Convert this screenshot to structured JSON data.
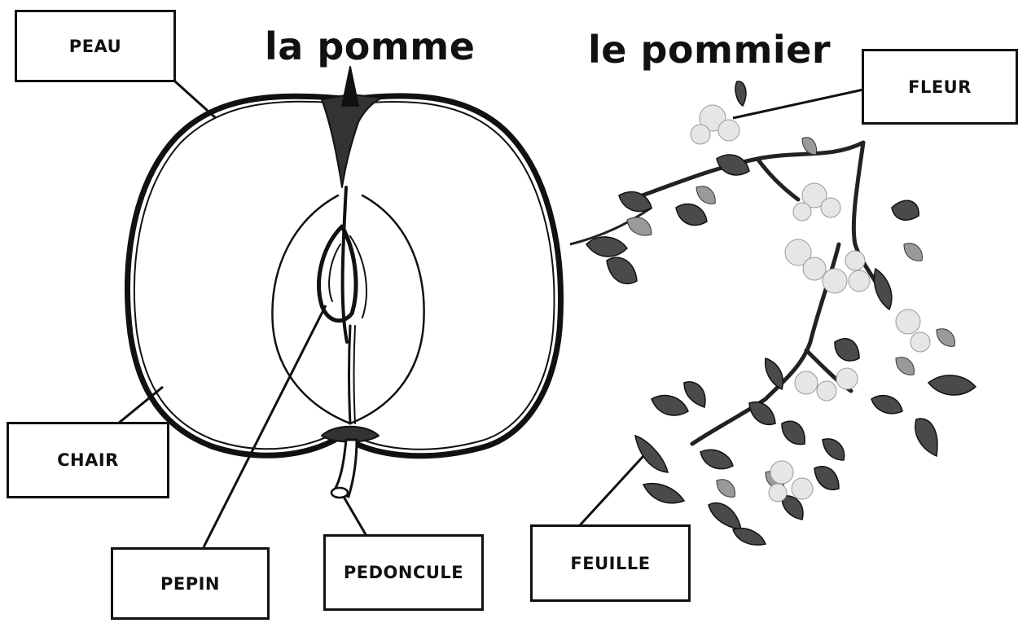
{
  "titles": {
    "apple": "la pomme",
    "tree": "le pommier"
  },
  "labels": {
    "peau": "PEAU",
    "chair": "CHAIR",
    "pepin": "PEPIN",
    "pedoncule": "PEDONCULE",
    "fleur": "FLEUR",
    "feuille": "FEUILLE"
  },
  "colors": {
    "ink": "#111111",
    "leaf_dark": "#444444",
    "leaf_mid": "#8a8a8a",
    "blossom": "#d8d8d8"
  }
}
